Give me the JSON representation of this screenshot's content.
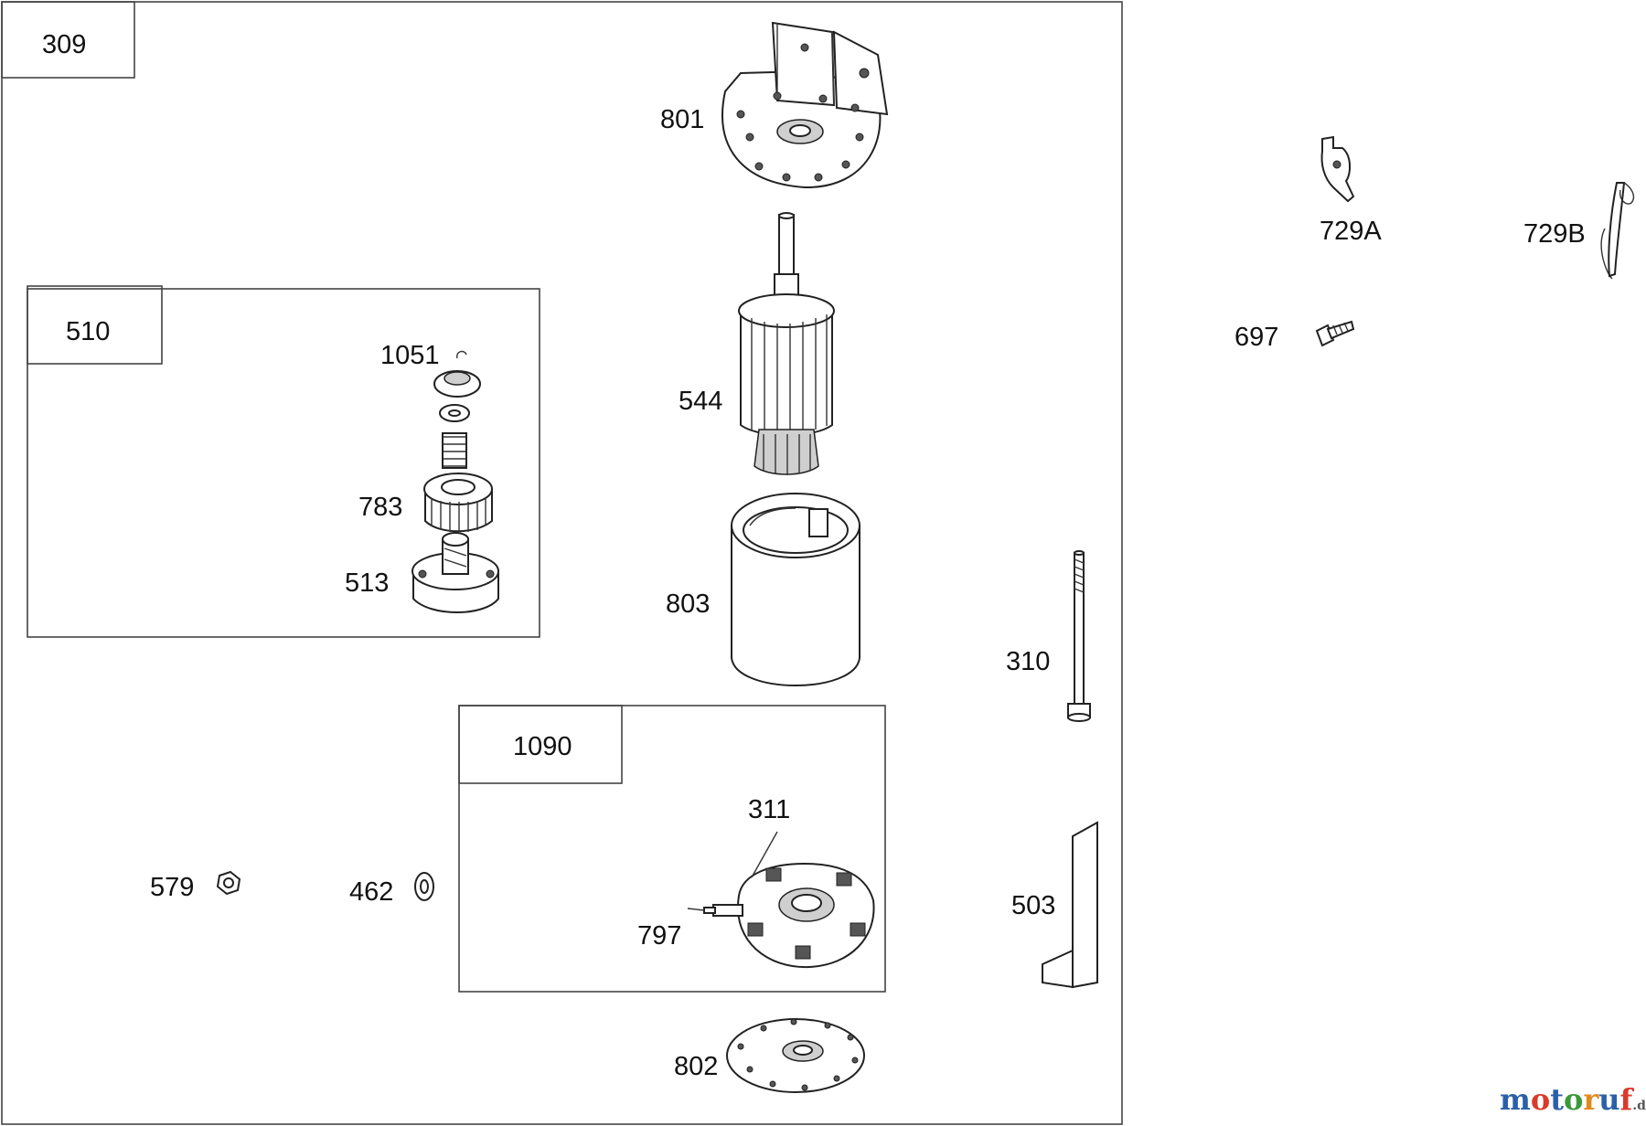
{
  "group_labels": {
    "g309": "309",
    "g510": "510",
    "g1090": "1090"
  },
  "part_labels": {
    "p801": "801",
    "p544": "544",
    "p803": "803",
    "p802": "802",
    "p1051": "1051",
    "p783": "783",
    "p513": "513",
    "p311": "311",
    "p797": "797",
    "p579": "579",
    "p462": "462",
    "p310": "310",
    "p503": "503",
    "p729A": "729A",
    "p729B": "729B",
    "p697": "697"
  },
  "watermark": {
    "m": "m",
    "o1": "o",
    "t": "t",
    "o2": "o",
    "r": "r",
    "u": "u",
    "f": "f",
    "de": ".de"
  },
  "colors": {
    "line": "#222222",
    "watermark_blue": "#2b5fa8",
    "watermark_red": "#d93a2b",
    "watermark_green": "#3a9a3a",
    "watermark_orange": "#e08a1e"
  }
}
